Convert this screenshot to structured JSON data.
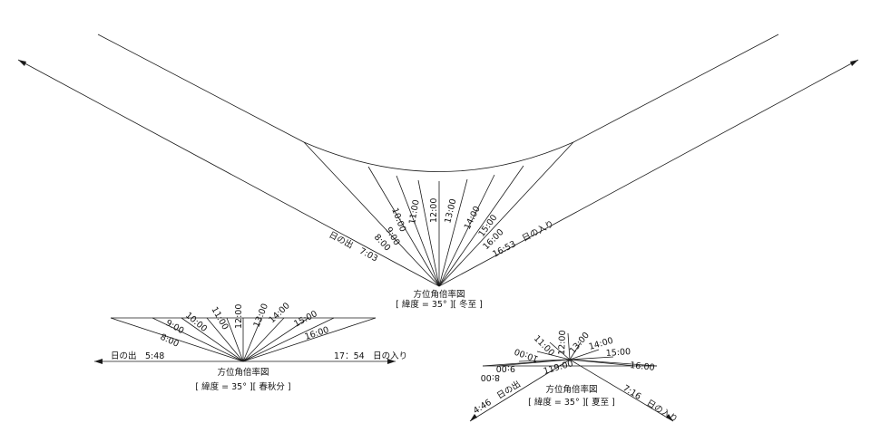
{
  "diagrams": {
    "winter": {
      "title": "方位角倍率図",
      "subtitle": "[ 緯度 = 35° ][ 冬至 ]",
      "sunrise": "日の出　7:03",
      "sunset": "16:53　日の入り",
      "hours": [
        "8:00",
        "9:00",
        "10:00",
        "11:00",
        "12:00",
        "13:00",
        "14:00",
        "15:00",
        "16:00"
      ]
    },
    "equinox": {
      "title": "方位角倍率図",
      "subtitle": "[ 緯度 = 35° ][ 春秋分 ]",
      "sunrise": "日の出　5:48",
      "sunset": "17：54　日の入り",
      "hours": [
        "8:00",
        "9:00",
        "10:00",
        "11:00",
        "12:00",
        "13:00",
        "14:00",
        "15:00",
        "16:00"
      ]
    },
    "summer": {
      "title": "方位角倍率図",
      "subtitle": "[ 緯度 = 35° ][ 夏至 ]",
      "sunrise": "4:46　日の出",
      "sunset": "7:16　日の入り",
      "hours": [
        "8:00",
        "9:00",
        "10:00",
        "11:00",
        "12:00",
        "13:00",
        "14:00",
        "15:00",
        "16:00"
      ],
      "center_label": "119:00"
    }
  }
}
